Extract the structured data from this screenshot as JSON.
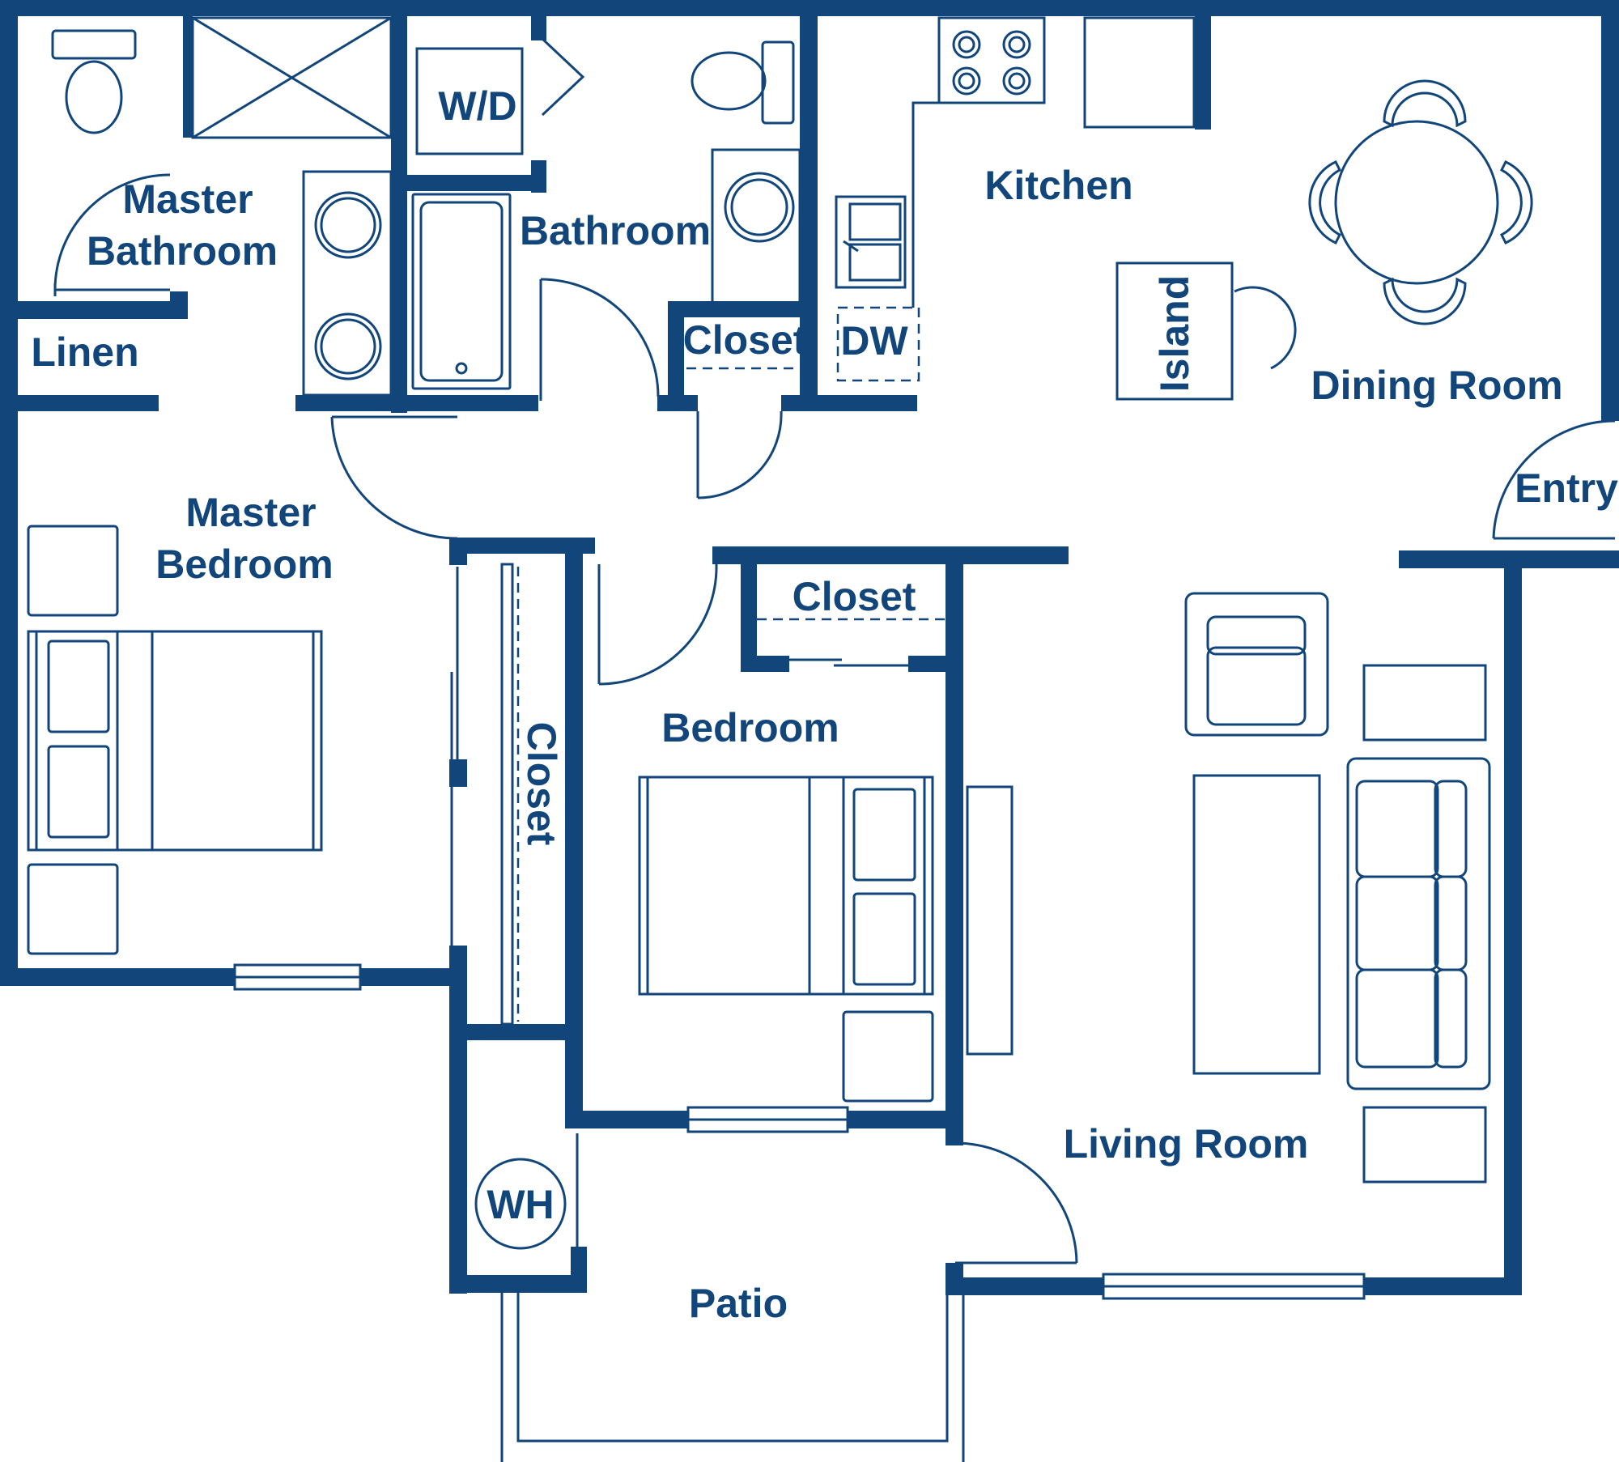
{
  "colors": {
    "ink": "#12467b",
    "background": "#ffffff"
  },
  "rooms": {
    "master_bathroom": [
      "Master",
      "Bathroom"
    ],
    "linen": "Linen",
    "wd": "W/D",
    "bathroom": "Bathroom",
    "closet_bath": "Closet",
    "dw": "DW",
    "kitchen": "Kitchen",
    "island": "Island",
    "dining_room": "Dining Room",
    "entry": "Entry",
    "master_bedroom": [
      "Master",
      "Bedroom"
    ],
    "closet_master": "Closet",
    "closet_bedroom": "Closet",
    "bedroom": "Bedroom",
    "living_room": "Living Room",
    "wh": "WH",
    "patio": "Patio"
  }
}
